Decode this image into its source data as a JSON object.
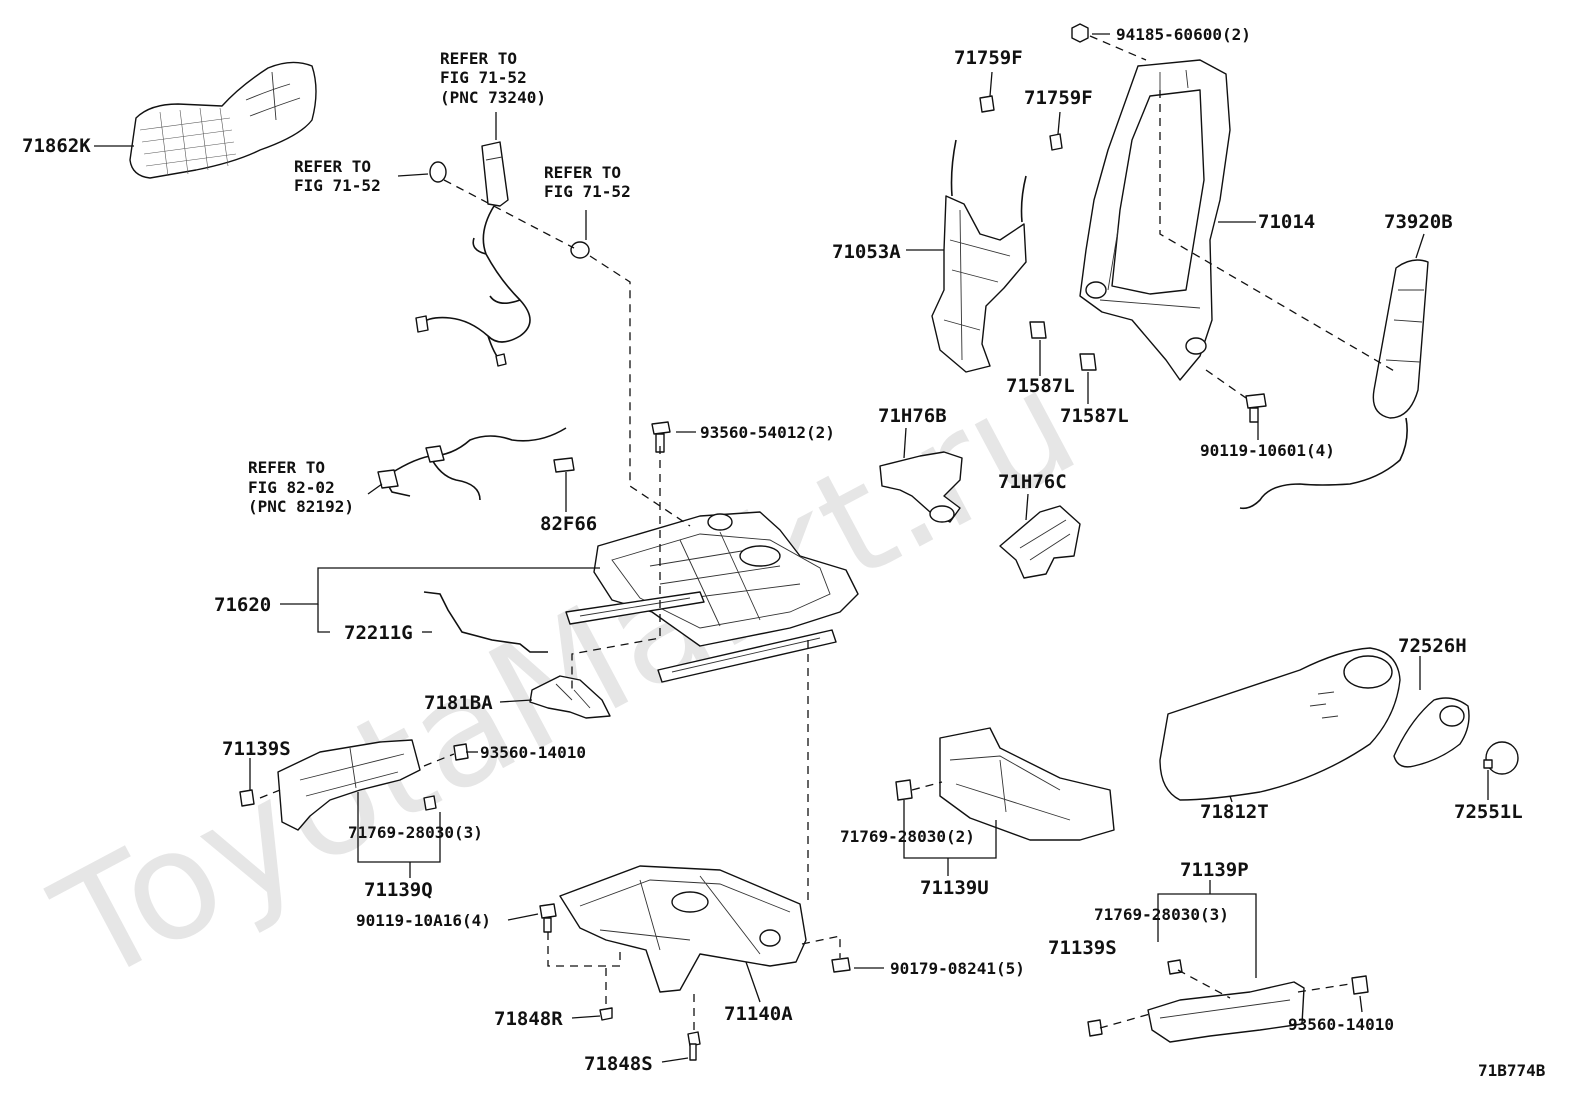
{
  "watermark": "ToyotaMarkt.ru",
  "diagram_code": "71B774B",
  "labels": {
    "p71862K": "71862K",
    "refer_7152_pnc73240_l1": "REFER TO",
    "refer_7152_pnc73240_l2": "FIG 71-52",
    "refer_7152_pnc73240_l3": "(PNC 73240)",
    "refer_7152_a_l1": "REFER TO",
    "refer_7152_a_l2": "FIG 71-52",
    "refer_7152_b_l1": "REFER TO",
    "refer_7152_b_l2": "FIG 71-52",
    "refer_8202_l1": "REFER TO",
    "refer_8202_l2": "FIG 82-02",
    "refer_8202_l3": "(PNC 82192)",
    "p82F66": "82F66",
    "p93560_54012": "93560-54012(2)",
    "p71620": "71620",
    "p72211G": "72211G",
    "p7181BA": "7181BA",
    "p71139S_left": "71139S",
    "p93560_14010_left": "93560-14010",
    "p71769_28030_3_left": "71769-28030(3)",
    "p71139Q": "71139Q",
    "p90119_10A16": "90119-10A16(4)",
    "p71848R": "71848R",
    "p71848S": "71848S",
    "p71140A": "71140A",
    "p90179_08241": "90179-08241(5)",
    "p71759F_a": "71759F",
    "p71759F_b": "71759F",
    "p94185_60600": "94185-60600(2)",
    "p71053A": "71053A",
    "p71014": "71014",
    "p73920B": "73920B",
    "p71587L_a": "71587L",
    "p71587L_b": "71587L",
    "p90119_10601": "90119-10601(4)",
    "p71H76B": "71H76B",
    "p71H76C": "71H76C",
    "p71769_28030_2": "71769-28030(2)",
    "p71139U": "71139U",
    "p72526H": "72526H",
    "p71812T": "71812T",
    "p72551L": "72551L",
    "p71139P": "71139P",
    "p71769_28030_3_right": "71769-28030(3)",
    "p71139S_right": "71139S",
    "p93560_14010_right": "93560-14010"
  },
  "colors": {
    "line": "#111111",
    "background": "#ffffff",
    "watermark": "#e6e6e6"
  }
}
